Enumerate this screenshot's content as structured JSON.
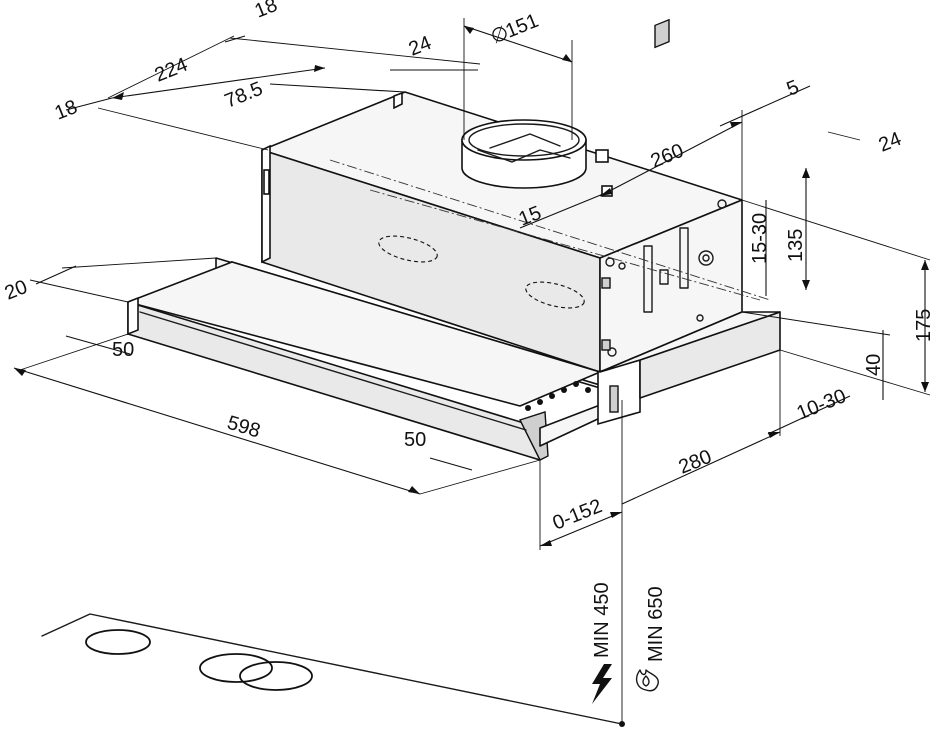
{
  "dimensions": {
    "d18_top": "18",
    "d224": "224",
    "d18_left": "18",
    "d24_top": "24",
    "d78_5": "78.5",
    "d151": "151",
    "diameter_symbol": "∅",
    "d5": "5",
    "d260": "260",
    "d24_right": "24",
    "d15": "15",
    "d15_30": "15-30",
    "d135": "135",
    "d175": "175",
    "d40": "40",
    "d20": "20",
    "d50_left": "50",
    "d598": "598",
    "d50_bottom": "50",
    "d10_30": "10-30",
    "d280": "280",
    "d0_152": "0-152",
    "min_450": "MIN 450",
    "min_650": "MIN 650"
  },
  "icons": {
    "electric": "lightning-bolt-icon",
    "gas": "gas-flame-icon"
  },
  "colors": {
    "line": "#111111",
    "body_fill": "#e9e9e9",
    "background": "#ffffff"
  }
}
